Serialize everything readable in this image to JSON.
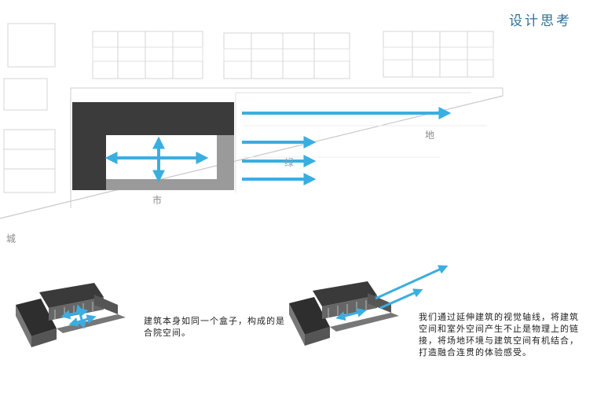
{
  "header": {
    "title": "设计思考"
  },
  "map": {
    "labels": {
      "di": "地",
      "yuan": "绿",
      "shi": "市",
      "cheng": "城"
    }
  },
  "captions": {
    "left": "建筑本身如同一个盒子，构成的是合院空间。",
    "right": "我们通过延伸建筑的视觉轴线，将建筑空间和室外空间产生不止是物理上的链接，将场地环境与建筑空间有机结合，打造融合连贯的体验感受。"
  },
  "colors": {
    "accent": "#3aaee0",
    "building": "#3b3b3b",
    "buildingLight": "#9a9a9a",
    "title": "#2f6f95"
  }
}
